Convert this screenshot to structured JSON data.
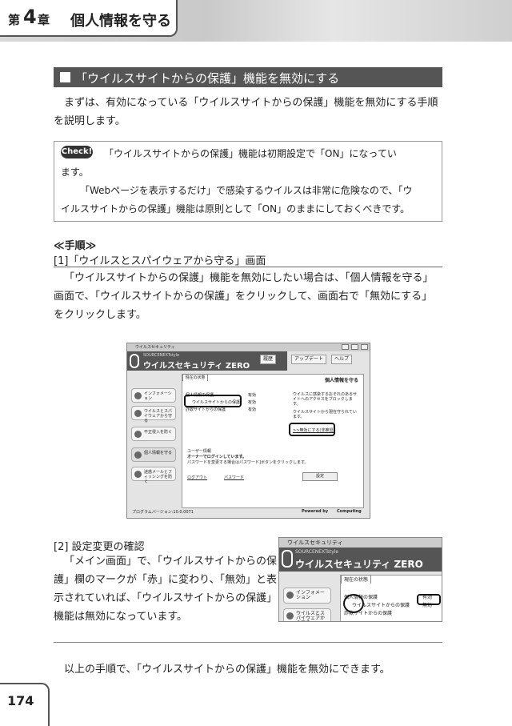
{
  "header": {
    "chapter_prefix": "第",
    "chapter_number": "4",
    "chapter_suffix": "章",
    "chapter_title": "個人情報を守る"
  },
  "section_title": "「ウイルスサイトからの保護」機能を無効にする",
  "intro": "まずは、有効になっている「ウイルスサイトからの保護」機能を無効にする手順を説明します。",
  "note": {
    "badge": "Check!",
    "line1": "「ウイルスサイトからの保護」機能は初期設定で「ON」になってい",
    "line2": "ます。",
    "line3": "「Webページを表示するだけ」で感染するウイルスは非常に危険なので、「ウ",
    "line4": "イルスサイトからの保護」機能は原則として「ON」のままにしておくべきです。"
  },
  "steps_heading": "≪手順≫",
  "step1": {
    "title": "[1]「ウイルスとスパイウェアから守る」画面",
    "body": "「ウイルスサイトからの保護」機能を無効にしたい場合は、「個人情報を守る」画面で、「ウイルスサイトからの保護」をクリックして、画面右で「無効にする」をクリックします。"
  },
  "shot1": {
    "window_title": "ウイルスセキュリティ",
    "brand_small": "SOURCENEXTstyle",
    "brand": "ウイルスセキュリティ ZERO",
    "btn_history": "履歴",
    "btn_update": "アップデート",
    "btn_help": "ヘルプ",
    "tab": "現在の状態",
    "panel_title": "個人情報を守る",
    "sidebar": [
      "インフォメーション",
      "ウイルスとスパイウェアから守る",
      "不正侵入を防ぐ",
      "個人情報を守る",
      "迷惑メールとフィッシングを防ぐ"
    ],
    "rows": [
      {
        "label": "個人情報の保護",
        "value": "有効"
      },
      {
        "label": "ウイルスサイトからの保護",
        "value": "有効"
      },
      {
        "label": "詐欺サイトからの保護",
        "value": "有効"
      }
    ],
    "right_desc": "ウイルスに感染するおそれのあるサイトへのアクセスをブロックします。",
    "right_status": "ウイルスサイトから現在守られています。",
    "disable_link": ">>無効にする(非推奨)",
    "user_label": "ユーザー情報",
    "user_login": "オーナーでログインしています。",
    "user_note": "パスワードを変更する場合はパスワード]ボタンをクリックします。",
    "logout": "ログアウト",
    "password": "パスワード",
    "settings": "設定",
    "version": "プログラムバージョン:10.0.0071",
    "powered": "Powered by",
    "powered_brand": "Computing"
  },
  "step2": {
    "title": "[2] 設定変更の確認",
    "body": "「メイン画面」で、「ウイルスサイトからの保護」欄のマークが「赤」に変わり、「無効」と表示されていれば、「ウイルスサイトからの保護」機能は無効になっています。"
  },
  "shot2": {
    "window_title": "ウイルスセキュリティ",
    "brand_small": "SOURCENEXTstyle",
    "brand": "ウイルスセキュリティ ZERO",
    "tab": "現在の状態",
    "side1": "インフォメーション",
    "side2": "ウイルスとスパイウェアから守る",
    "row1": "個人情報の保護",
    "row2": "ウイルスサイトからの保護",
    "row3": "詐欺サイトからの保護",
    "value2": "無効",
    "value1": "有効"
  },
  "conclusion": "以上の手順で、「ウイルスサイトからの保護」機能を無効にできます。",
  "page_number": "174"
}
